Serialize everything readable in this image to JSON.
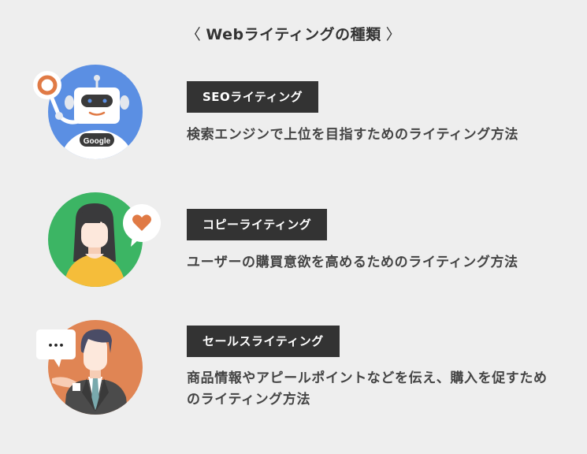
{
  "title": {
    "left_bracket": "〈",
    "text": "Webライティングの種類",
    "right_bracket": "〉"
  },
  "colors": {
    "background": "#eeeeee",
    "badge_bg": "#333333",
    "badge_text": "#ffffff",
    "text": "#444444",
    "seo_circle": "#5b8fe3",
    "copy_circle": "#3cb564",
    "sales_circle": "#e08554",
    "accent_orange": "#e07a45"
  },
  "items": [
    {
      "label": "SEOライティング",
      "description": "検索エンジンで上位を目指すためのライティング方法",
      "illustration": "robot-google-icon",
      "robot_badge_text": "Google"
    },
    {
      "label": "コピーライティング",
      "description": "ユーザーの購買意欲を高めるためのライティング方法",
      "illustration": "woman-heart-bubble-icon"
    },
    {
      "label": "セールスライティング",
      "description": "商品情報やアピールポイントなどを伝え、購入を促すためのライティング方法",
      "illustration": "businessman-speech-bubble-icon",
      "bubble_text": "•••"
    }
  ]
}
